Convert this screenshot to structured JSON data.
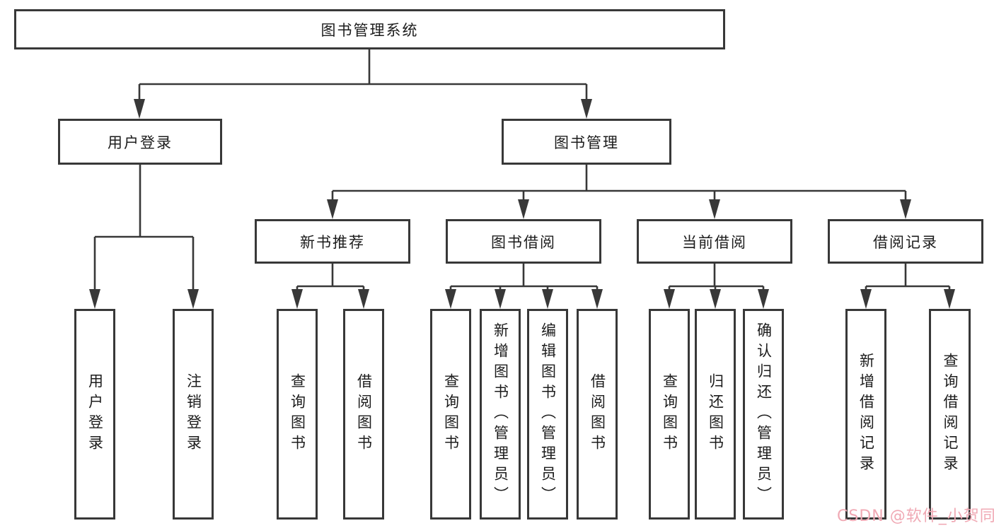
{
  "diagram": {
    "root": {
      "label": "图书管理系统"
    },
    "level2": [
      {
        "label": "用户登录"
      },
      {
        "label": "图书管理"
      }
    ],
    "level3": [
      {
        "label": "新书推荐"
      },
      {
        "label": "图书借阅"
      },
      {
        "label": "当前借阅"
      },
      {
        "label": "借阅记录"
      }
    ],
    "leaves": [
      {
        "label": "用户登录"
      },
      {
        "label": "注销登录"
      },
      {
        "label": "查询图书"
      },
      {
        "label": "借阅图书"
      },
      {
        "label": "查询图书"
      },
      {
        "label": "新增图书（管理员）"
      },
      {
        "label": "编辑图书（管理员）"
      },
      {
        "label": "借阅图书"
      },
      {
        "label": "查询图书"
      },
      {
        "label": "归还图书"
      },
      {
        "label": "确认归还（管理员）"
      },
      {
        "label": "新增借阅记录"
      },
      {
        "label": "查询借阅记录"
      }
    ],
    "tree": {
      "图书管理系统": {
        "用户登录": [
          "用户登录",
          "注销登录"
        ],
        "图书管理": {
          "新书推荐": [
            "查询图书",
            "借阅图书"
          ],
          "图书借阅": [
            "查询图书",
            "新增图书（管理员）",
            "编辑图书（管理员）",
            "借阅图书"
          ],
          "当前借阅": [
            "查询图书",
            "归还图书",
            "确认归还（管理员）"
          ],
          "借阅记录": [
            "新增借阅记录",
            "查询借阅记录"
          ]
        }
      }
    }
  },
  "watermark": {
    "text": "CSDN @软件_小贺同学"
  },
  "colors": {
    "line": "#383838",
    "box_border": "#383838",
    "text": "#1c1c1c",
    "background": "#ffffff",
    "watermark": "#f0a9b4"
  }
}
